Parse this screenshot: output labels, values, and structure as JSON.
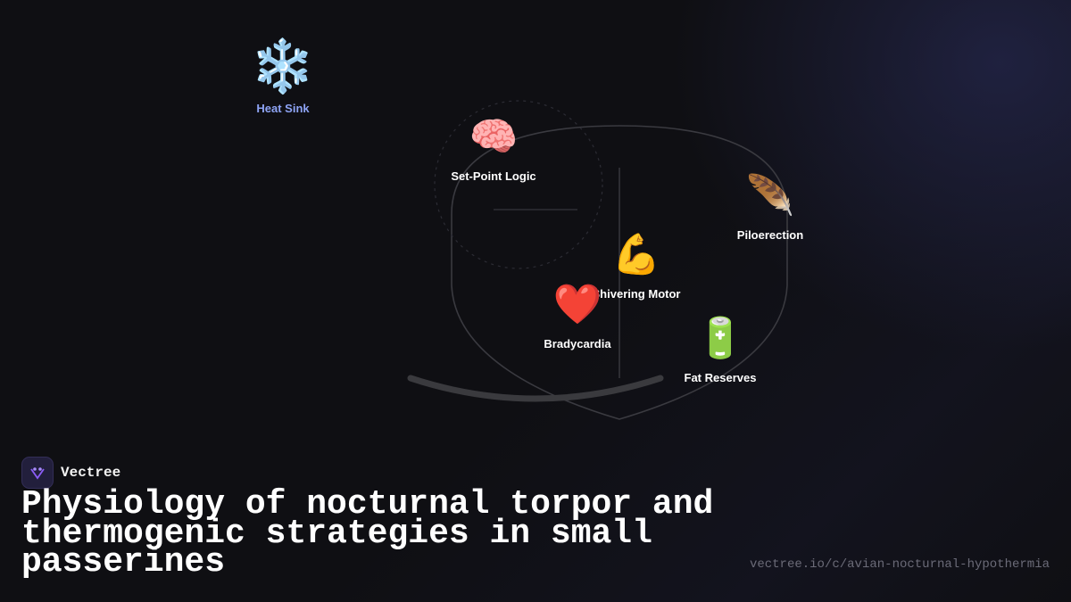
{
  "nodes": {
    "heat_sink": {
      "label": "Heat Sink",
      "icon": "snowflake-icon",
      "glyph": "❄️"
    },
    "set_point": {
      "label": "Set-Point Logic",
      "icon": "brain-icon",
      "glyph": "🧠"
    },
    "piloerection": {
      "label": "Piloerection",
      "icon": "feather-icon",
      "glyph": "🪶"
    },
    "shivering": {
      "label": "Shivering Motor",
      "icon": "flexed-biceps-icon",
      "glyph": "💪"
    },
    "bradycardia": {
      "label": "Bradycardia",
      "icon": "red-heart-icon",
      "glyph": "❤️"
    },
    "fat_reserves": {
      "label": "Fat Reserves",
      "icon": "battery-icon",
      "glyph": "🔋"
    }
  },
  "brand": {
    "name": "Vectree"
  },
  "title": "Physiology of nocturnal torpor and thermogenic strategies in small passerines",
  "url": "vectree.io/c/avian-nocturnal-hypothermia",
  "colors": {
    "background": "#0f0f13",
    "accent_label": "#8ea4f5",
    "outline": "#3a3a40"
  }
}
